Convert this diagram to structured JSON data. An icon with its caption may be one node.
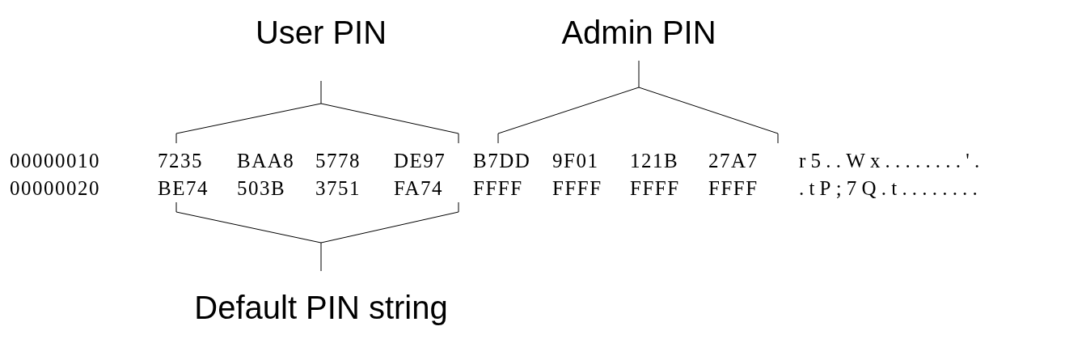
{
  "diagram": {
    "labels": [
      "User PIN",
      "Admin PIN",
      "00000010",
      "7235",
      "BAA8",
      "5778",
      "DE97",
      "B7DD",
      "9F01",
      "121B",
      "27A7",
      "r5..Wx........'.",
      "00000020",
      "BE74",
      "503B",
      "3751",
      "FA74",
      "FFFF",
      "FFFF",
      "FFFF",
      "FFFF",
      ".tP;7Q.t........",
      "Default PIN string"
    ]
  }
}
